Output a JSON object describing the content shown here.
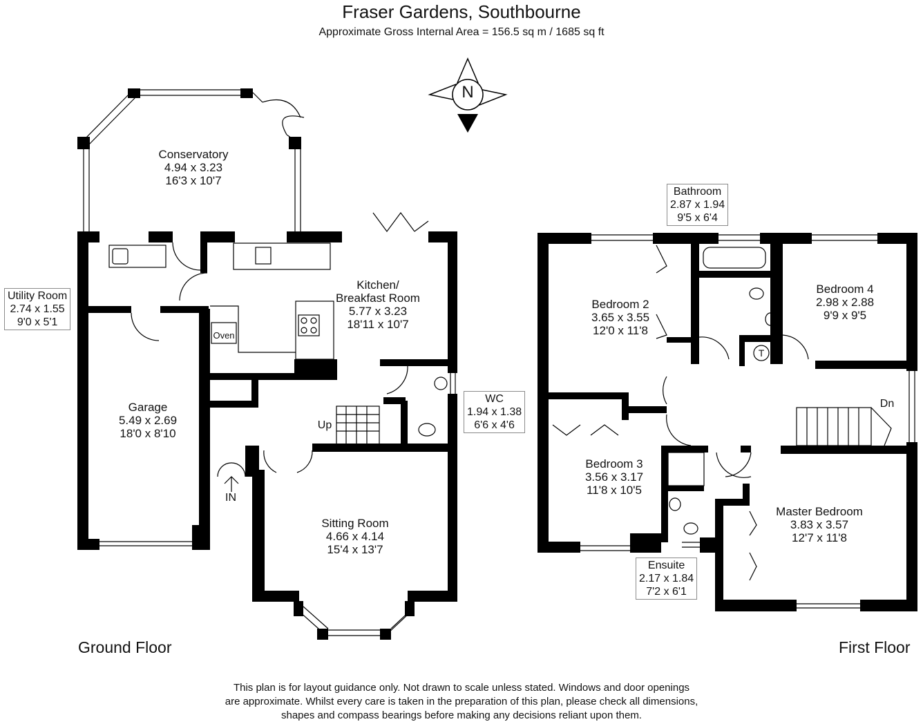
{
  "header": {
    "title": "Fraser Gardens, Southbourne",
    "subtitle": "Approximate Gross Internal Area = 156.5 sq m / 1685 sq ft"
  },
  "compass": {
    "letter": "N"
  },
  "ground_floor": {
    "label": "Ground Floor",
    "rooms": [
      {
        "name": "Conservatory",
        "metric": "4.94 x 3.23",
        "imperial": "16'3 x 10'7"
      },
      {
        "name": "Kitchen/",
        "name2": "Breakfast Room",
        "metric": "5.77 x 3.23",
        "imperial": "18'11 x 10'7"
      },
      {
        "name": "Utility Room",
        "metric": "2.74 x 1.55",
        "imperial": "9'0 x 5'1"
      },
      {
        "name": "Garage",
        "metric": "5.49 x 2.69",
        "imperial": "18'0 x 8'10"
      },
      {
        "name": "WC",
        "metric": "1.94 x 1.38",
        "imperial": "6'6 x 4'6"
      },
      {
        "name": "Sitting Room",
        "metric": "4.66 x 4.14",
        "imperial": "15'4 x 13'7"
      }
    ],
    "annotations": {
      "oven": "Oven",
      "up": "Up",
      "in": "IN"
    }
  },
  "first_floor": {
    "label": "First Floor",
    "rooms": [
      {
        "name": "Bathroom",
        "metric": "2.87 x 1.94",
        "imperial": "9'5 x 6'4"
      },
      {
        "name": "Bedroom 2",
        "metric": "3.65 x 3.55",
        "imperial": "12'0 x 11'8"
      },
      {
        "name": "Bedroom 4",
        "metric": "2.98 x 2.88",
        "imperial": "9'9 x 9'5"
      },
      {
        "name": "Bedroom 3",
        "metric": "3.56 x 3.17",
        "imperial": "11'8 x 10'5"
      },
      {
        "name": "Master Bedroom",
        "metric": "3.83 x 3.57",
        "imperial": "12'7 x 11'8"
      },
      {
        "name": "Ensuite",
        "metric": "2.17 x 1.84",
        "imperial": "7'2 x 6'1"
      }
    ],
    "annotations": {
      "dn": "Dn",
      "cupboard": "T"
    }
  },
  "disclaimer": {
    "line1": "This plan is for layout guidance only. Not drawn to scale unless stated. Windows and door openings",
    "line2": "are approximate. Whilst every care is taken in the preparation of this plan, please check all dimensions,",
    "line3": "shapes and compass bearings before making any decisions reliant upon them."
  }
}
